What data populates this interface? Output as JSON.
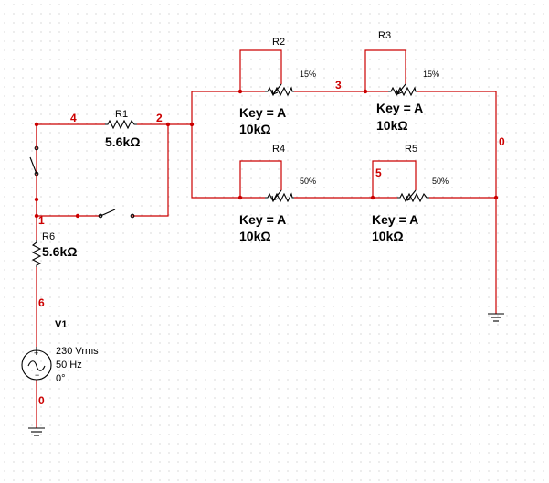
{
  "nodes": {
    "n4": "4",
    "n2": "2",
    "n3": "3",
    "n0_right": "0",
    "n5": "5",
    "n1": "1",
    "n6": "6",
    "n0_bottom": "0"
  },
  "R1": {
    "ref": "R1",
    "value": "5.6kΩ"
  },
  "R6": {
    "ref": "R6",
    "value": "5.6kΩ"
  },
  "R2": {
    "ref": "R2",
    "percent": "15%",
    "key": "Key = A",
    "value": "10kΩ"
  },
  "R3": {
    "ref": "R3",
    "percent": "15%",
    "key": "Key = A",
    "value": "10kΩ"
  },
  "R4": {
    "ref": "R4",
    "percent": "50%",
    "key": "Key = A",
    "value": "10kΩ"
  },
  "R5": {
    "ref": "R5",
    "percent": "50%",
    "key": "Key = A",
    "value": "10kΩ"
  },
  "V1": {
    "ref": "V1",
    "amplitude": "230 Vrms",
    "frequency": "50 Hz",
    "phase": "0°"
  },
  "colors": {
    "wire": "#cc0000",
    "component": "#000000",
    "grid": "#b8b8b8",
    "background": "#ffffff"
  }
}
